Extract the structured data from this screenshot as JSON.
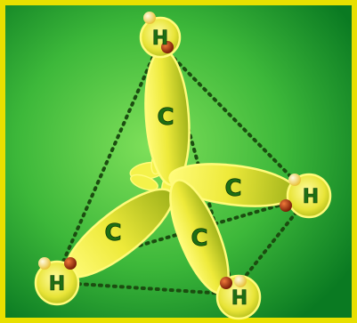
{
  "colors": {
    "frame": "#e8e000",
    "background_center": "#7fe05a",
    "background_edge": "#0a7a22",
    "lobe_fill": "#f4f24a",
    "lobe_outline": "#fffb7a",
    "atom_letter": "#1f6e14",
    "bond_edge": "#1b4d10",
    "electron_dark": "#b83a12",
    "electron_light": "#ffe27a"
  },
  "labels": {
    "carbon": "C",
    "hydrogen": "H"
  },
  "structure": {
    "center_atom": "carbon",
    "hybrid_orbitals": 4,
    "hydrogen_atoms": 4,
    "geometry": "tetrahedral"
  }
}
